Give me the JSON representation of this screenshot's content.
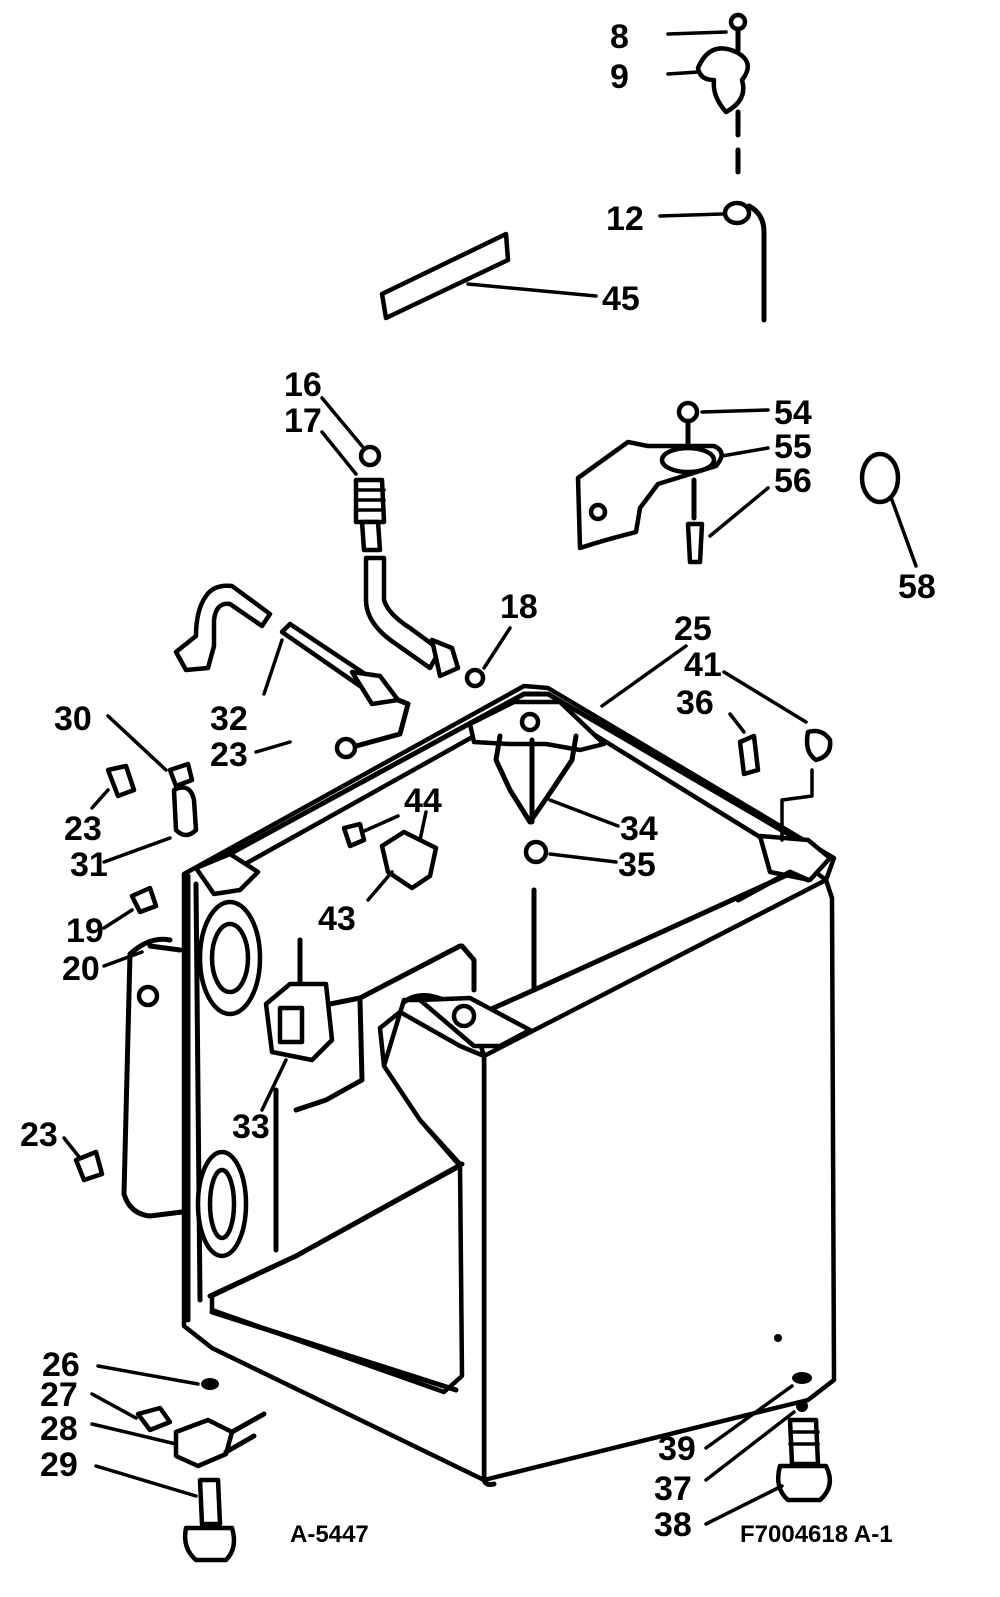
{
  "diagram": {
    "callouts": [
      "8",
      "9",
      "12",
      "45",
      "16",
      "17",
      "18",
      "54",
      "55",
      "56",
      "58",
      "25",
      "41",
      "36",
      "30",
      "32",
      "23",
      "23",
      "23",
      "31",
      "44",
      "34",
      "35",
      "43",
      "19",
      "20",
      "33",
      "26",
      "27",
      "28",
      "29",
      "39",
      "37",
      "38"
    ],
    "footer_left": "A-5447",
    "footer_right": "F7004618 A-1"
  }
}
